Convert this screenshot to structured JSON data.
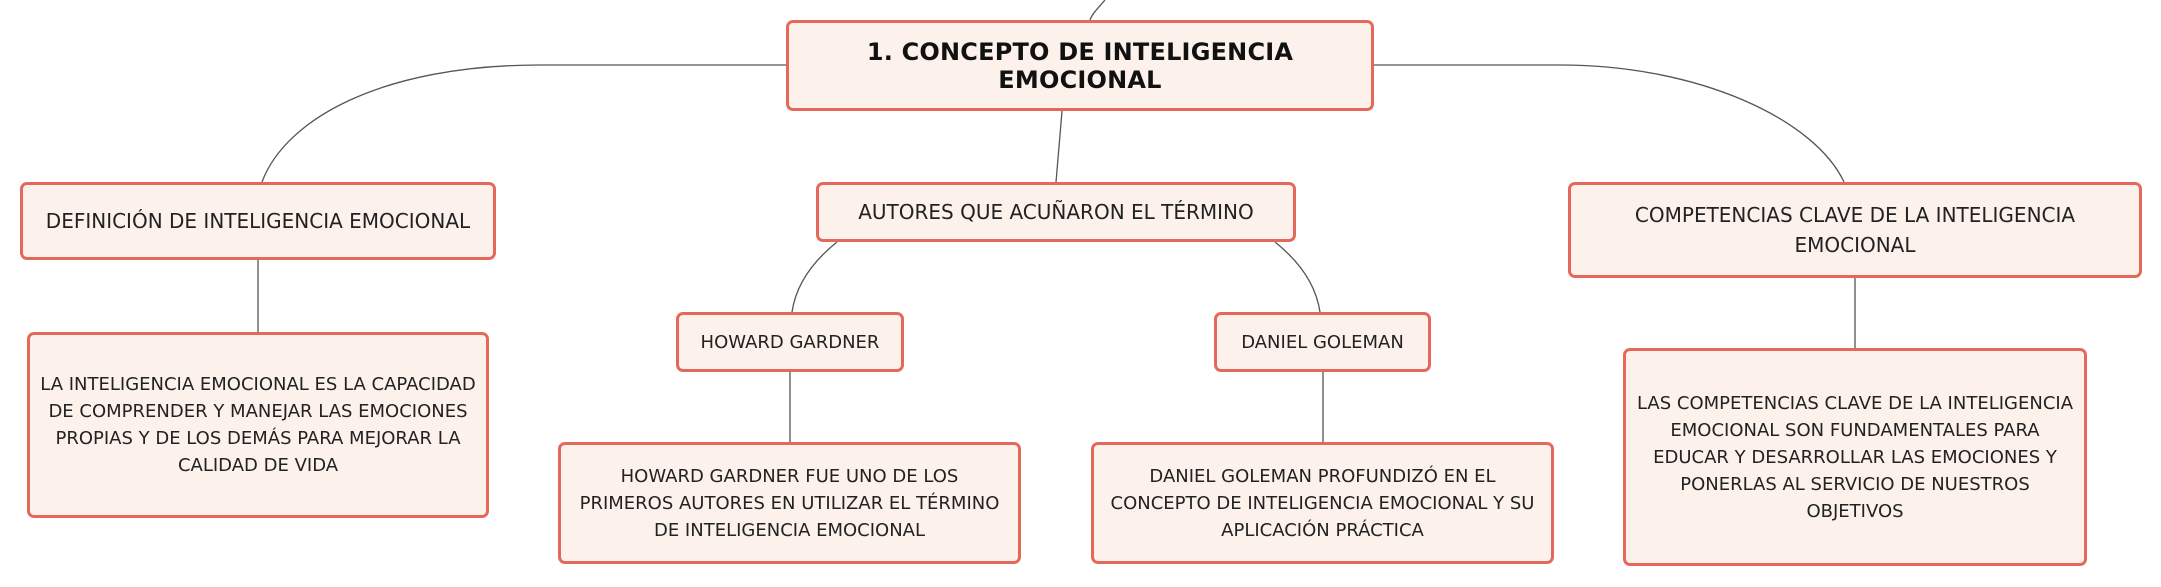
{
  "colors": {
    "node_fill": "#fdf1ec",
    "node_border": "#e5695a",
    "connector": "#555555",
    "text": "#222222"
  },
  "root": {
    "label": "1. CONCEPTO DE INTELIGENCIA EMOCIONAL"
  },
  "branches": [
    {
      "label": "DEFINICIÓN DE INTELIGENCIA EMOCIONAL",
      "detail": "LA INTELIGENCIA EMOCIONAL ES LA CAPACIDAD DE COMPRENDER Y MANEJAR LAS EMOCIONES PROPIAS Y DE LOS DEMÁS PARA MEJORAR LA CALIDAD DE VIDA"
    },
    {
      "label": "AUTORES QUE ACUÑARON EL TÉRMINO",
      "authors": [
        {
          "name": "HOWARD GARDNER",
          "detail": "HOWARD GARDNER FUE UNO DE LOS PRIMEROS AUTORES EN UTILIZAR EL TÉRMINO DE INTELIGENCIA EMOCIONAL"
        },
        {
          "name": "DANIEL GOLEMAN",
          "detail": "DANIEL GOLEMAN PROFUNDIZÓ EN EL CONCEPTO DE INTELIGENCIA EMOCIONAL Y SU APLICACIÓN PRÁCTICA"
        }
      ]
    },
    {
      "label": "COMPETENCIAS CLAVE DE LA INTELIGENCIA EMOCIONAL",
      "detail": "LAS COMPETENCIAS CLAVE DE LA INTELIGENCIA EMOCIONAL SON FUNDAMENTALES PARA EDUCAR Y DESARROLLAR LAS EMOCIONES Y PONERLAS AL SERVICIO DE NUESTROS OBJETIVOS"
    }
  ]
}
